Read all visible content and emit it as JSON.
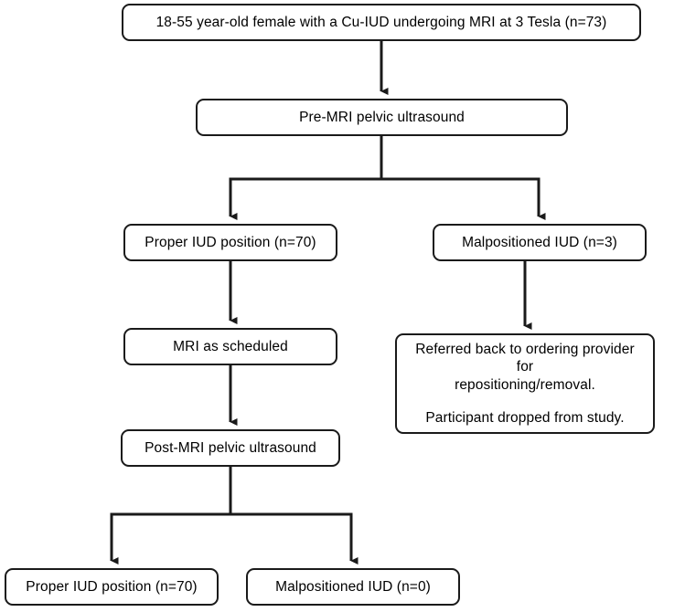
{
  "diagram": {
    "title": "Participant flow diagram for Cu-IUD MRI study",
    "stroke_color": "#1a1a1a",
    "background_color": "#ffffff",
    "text_color": "#000000"
  },
  "nodes": {
    "enrollment": {
      "label": "18-55 year-old female with a Cu-IUD undergoing MRI at 3 Tesla (n=73)"
    },
    "pre_ultrasound": {
      "label": "Pre-MRI pelvic ultrasound"
    },
    "proper_position_pre": {
      "label": "Proper IUD position (n=70)"
    },
    "malpositioned_pre": {
      "label": "Malpositioned IUD (n=3)"
    },
    "mri_scheduled": {
      "label": "MRI as scheduled"
    },
    "post_ultrasound": {
      "label": "Post-MRI pelvic ultrasound"
    },
    "referred": {
      "line1": "Referred back to ordering provider for",
      "line2": "repositioning/removal.",
      "line3": "Participant dropped from study."
    },
    "proper_position_post": {
      "label": "Proper IUD position (n=70)"
    },
    "malpositioned_post": {
      "label": "Malpositioned IUD (n=0)"
    }
  },
  "connectors": [
    {
      "name": "enrollment-to-pre-ultrasound",
      "type": "arrow-down"
    },
    {
      "name": "pre-ultrasound-split",
      "type": "split-two-way"
    },
    {
      "name": "proper-to-mri",
      "type": "arrow-down"
    },
    {
      "name": "malpositioned-to-referred",
      "type": "arrow-down"
    },
    {
      "name": "mri-to-post-ultrasound",
      "type": "arrow-down"
    },
    {
      "name": "post-ultrasound-split",
      "type": "split-two-way"
    }
  ]
}
